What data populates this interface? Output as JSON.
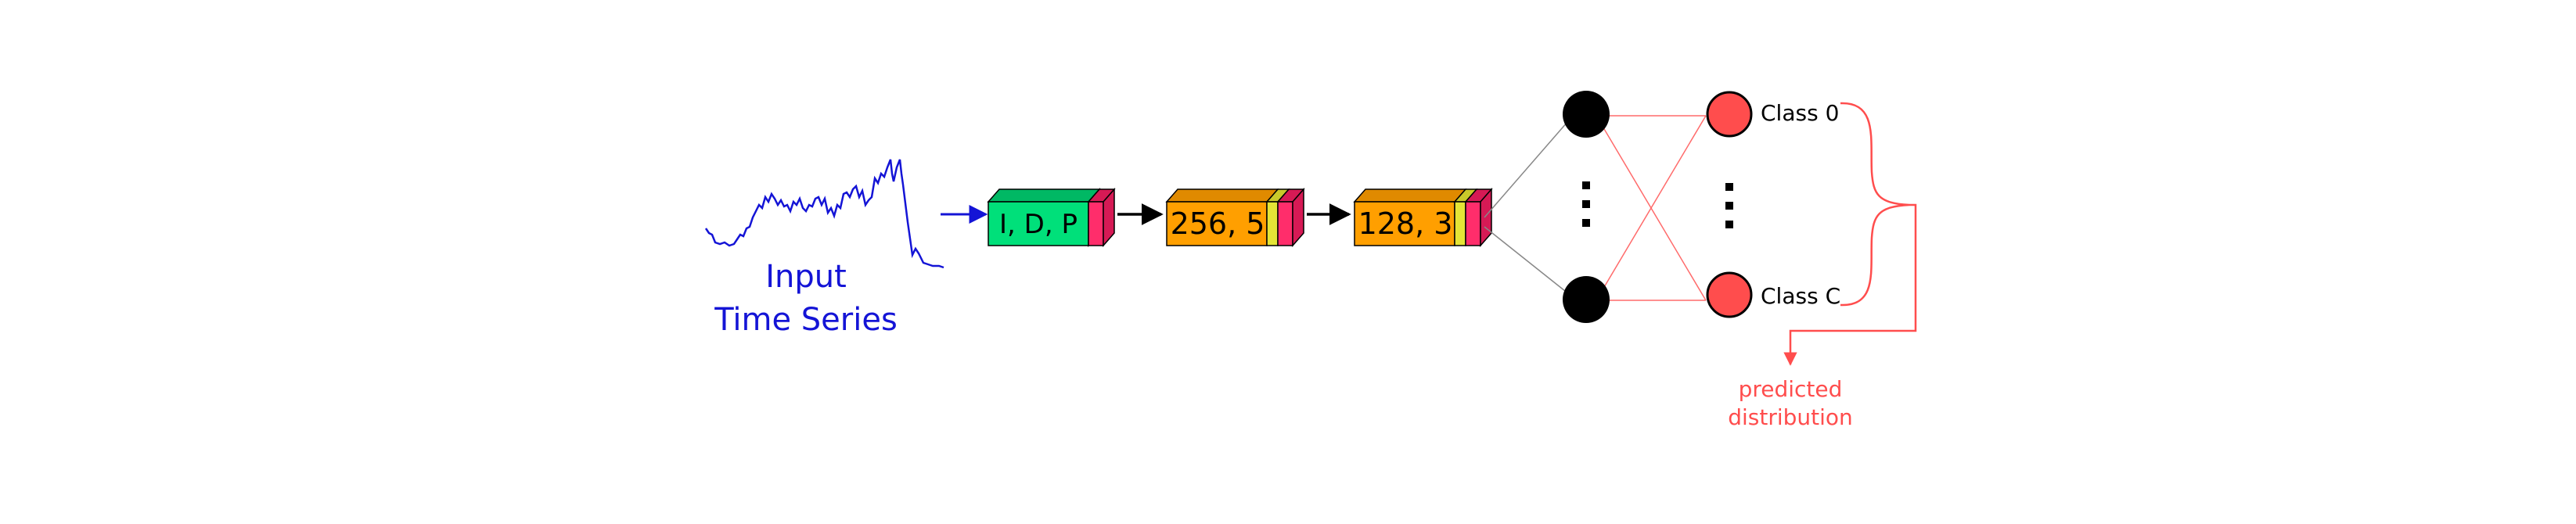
{
  "input": {
    "line1": "Input",
    "line2": "Time Series",
    "color": "#1414d6"
  },
  "blocks": [
    {
      "label": "I, D, P",
      "face_color": "#00e07a",
      "top_color": "#00b864",
      "side_color": "#ff2d6b"
    },
    {
      "label": "256, 5",
      "face_color": "#ff9f00",
      "top_color": "#e08a00",
      "side_color": "#ff2d6b",
      "mid_color": "#e4e436"
    },
    {
      "label": "128, 3",
      "face_color": "#ff9f00",
      "top_color": "#e08a00",
      "side_color": "#ff2d6b",
      "mid_color": "#e4e436"
    }
  ],
  "outputs": {
    "class_top": "Class 0",
    "class_bottom": "Class C",
    "node_color": "#ff4d4d",
    "hidden_node_color": "#000000"
  },
  "result": {
    "line1": "predicted",
    "line2": "distribution",
    "color": "#ff4d4d"
  }
}
